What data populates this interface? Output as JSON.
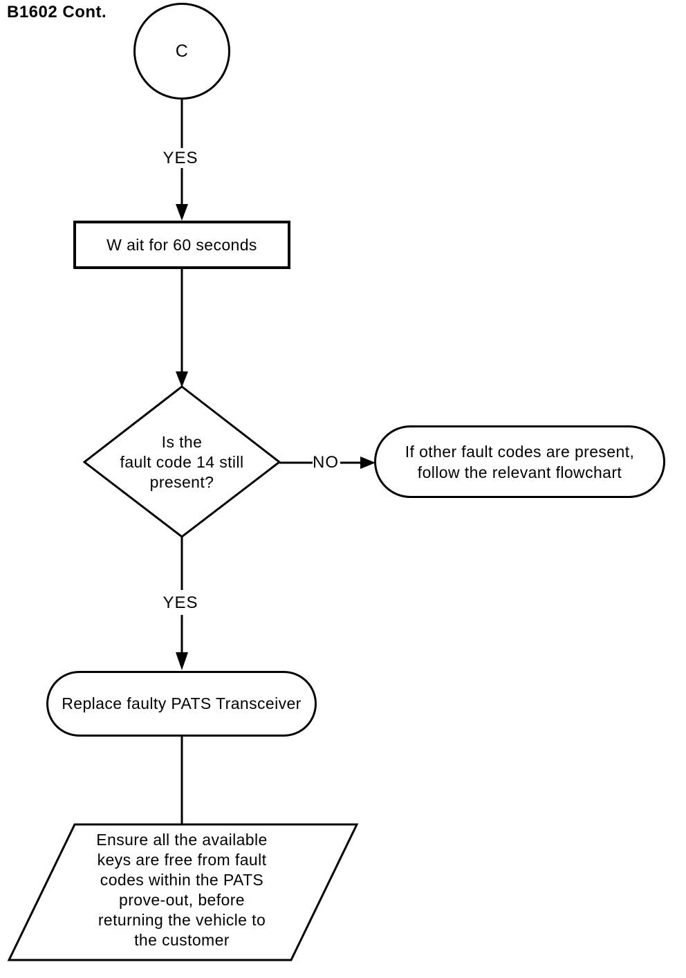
{
  "page": {
    "title": "B1602 Cont.",
    "background": "#ffffff",
    "ink": "#000000"
  },
  "nodes": {
    "connector": {
      "shape": "circle",
      "label": "C"
    },
    "wait": {
      "shape": "process",
      "label": "W ait for 60 seconds"
    },
    "decision": {
      "shape": "decision",
      "label": "Is the\nfault code 14 still\npresent?"
    },
    "other_codes": {
      "shape": "terminator",
      "label": "If other fault codes are present,\nfollow the relevant flowchart"
    },
    "replace": {
      "shape": "terminator",
      "label": "Replace faulty PATS Transceiver"
    },
    "ensure": {
      "shape": "data",
      "label": "Ensure all the available\nkeys are free from fault\ncodes within the PATS\nprove-out, before\nreturning the vehicle to\nthe customer"
    }
  },
  "edge_labels": {
    "yes_top": "YES",
    "no_right": "NO",
    "yes_bottom": "YES"
  }
}
